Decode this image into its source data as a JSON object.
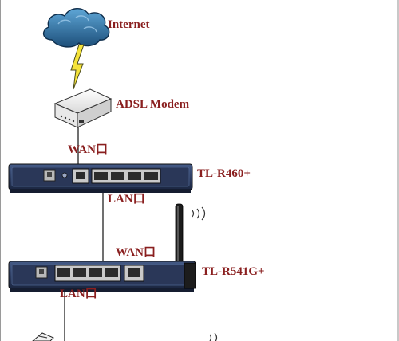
{
  "labels": {
    "internet": "Internet",
    "modem": "ADSL Modem",
    "router1_wan": "WAN口",
    "router1_name": "TL-R460+",
    "router1_lan": "LAN口",
    "router2_wan": "WAN口",
    "router2_name": "TL-R541G+",
    "router2_lan": "LAN口"
  },
  "colors": {
    "label_text": "#8a1f1f",
    "router_body": "#2f3f64",
    "router_panel": "#1f2c4a",
    "cloud": "#2e6c9a",
    "lightning": "#f5e33a",
    "cable": "#333333"
  },
  "icons": {
    "internet": "cloud-icon",
    "link": "lightning-icon",
    "modem": "modem-icon",
    "router1": "router-icon",
    "router2": "wireless-router-icon"
  }
}
